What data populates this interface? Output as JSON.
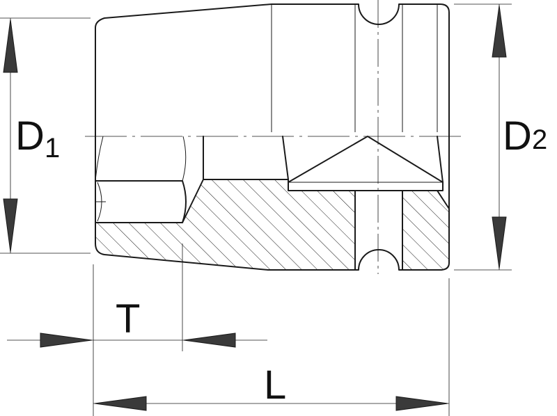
{
  "labels": {
    "d1_main": "D",
    "d1_sub": "1",
    "d2_main": "D",
    "d2_sub": "2",
    "t": "T",
    "l": "L"
  },
  "icons": {
    "arrowhead": "triangle-arrow-icon",
    "hatch": "section-hatch-pattern"
  }
}
